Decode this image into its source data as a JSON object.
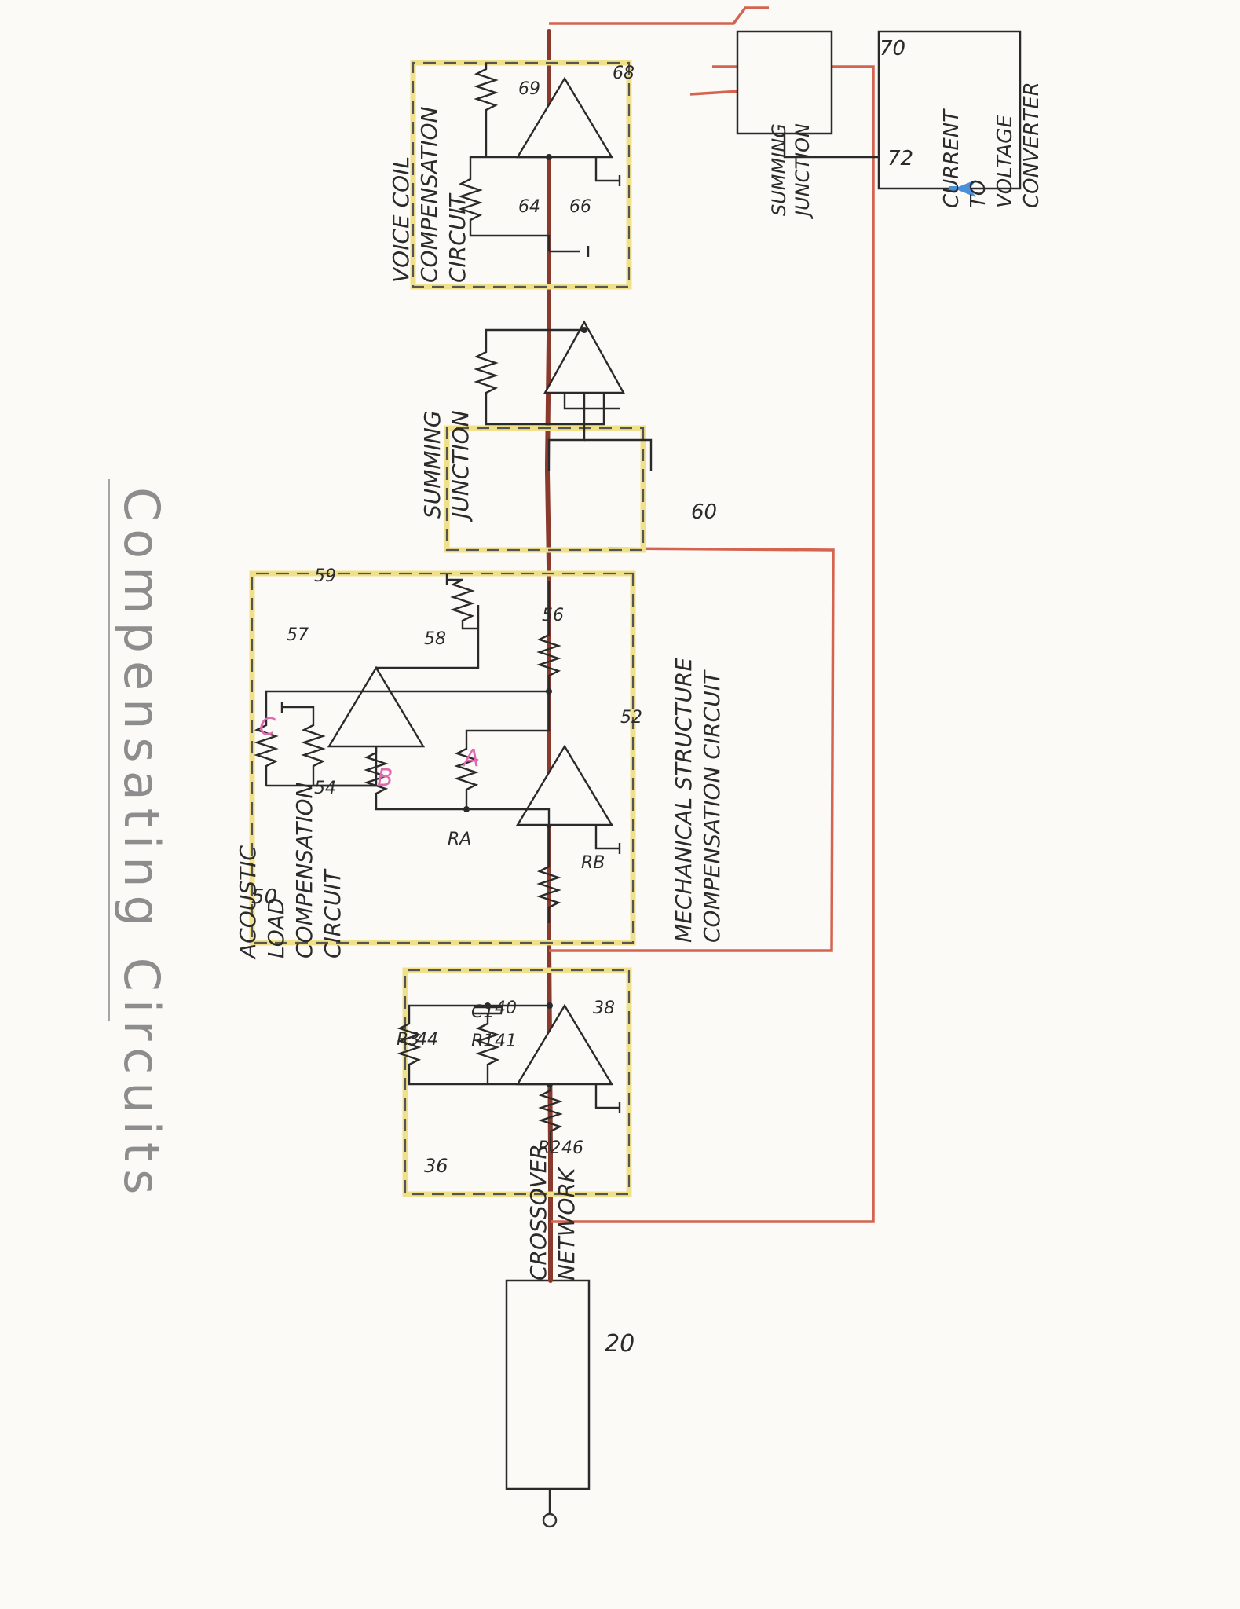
{
  "title": "Compensating Circuits",
  "blocks": {
    "crossover": {
      "lines": [
        "CROSSOVER",
        "NETWORK"
      ],
      "ref": "20"
    },
    "acoustic": {
      "lines": [
        "ACOUSTIC",
        "LOAD",
        "COMPENSATION",
        "CIRCUIT"
      ],
      "ref": "36"
    },
    "mechanical": {
      "lines": [
        "MECHANICAL STRUCTURE",
        "COMPENSATION CIRCUIT"
      ],
      "ref": "50"
    },
    "summing": {
      "lines": [
        "SUMMING",
        "JUNCTION"
      ],
      "ref": "60"
    },
    "voice_coil": {
      "lines": [
        "VOICE COIL",
        "COMPENSATION",
        "CIRCUIT"
      ]
    },
    "summing2": {
      "lines": [
        "SUMMING",
        "JUNCTION"
      ],
      "ref": "70"
    },
    "converter": {
      "lines": [
        "CURRENT",
        "TO",
        "VOLTAGE",
        "CONVERTER"
      ],
      "ref": "72"
    }
  },
  "labels": {
    "R2": "R2",
    "n46": "46",
    "R3": "R3",
    "n44": "44",
    "R1": "R1",
    "n41": "41",
    "C1": "C1",
    "n40": "40",
    "n38": "38",
    "RA": "RA",
    "RB": "RB",
    "n52": "52",
    "n54": "54",
    "n56": "56",
    "n57": "57",
    "n58": "58",
    "n59": "59",
    "n64": "64",
    "n66": "66",
    "n68": "68",
    "n69": "69",
    "markA": "A",
    "markB": "B",
    "markC": "C"
  },
  "colors": {
    "highlight": "#f0e08a",
    "signal": "#d46450",
    "output_arrow": "#4a90d9",
    "annotation": "#e06ab0"
  }
}
